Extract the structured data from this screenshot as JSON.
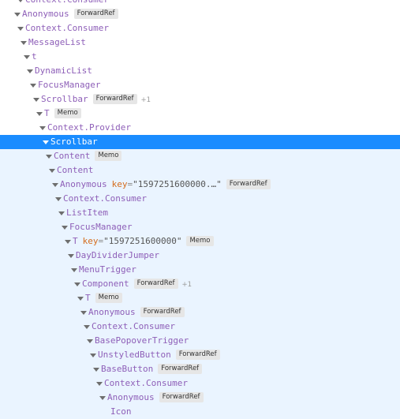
{
  "tree": [
    {
      "name": "Context.Consumer",
      "indent": 3,
      "badges": [],
      "plus": "",
      "prop": null,
      "state": "normal"
    },
    {
      "name": "Anonymous",
      "indent": 2,
      "badges": [
        "ForwardRef"
      ],
      "plus": "",
      "prop": null,
      "state": "normal"
    },
    {
      "name": "Context.Consumer",
      "indent": 3,
      "badges": [],
      "plus": "",
      "prop": null,
      "state": "normal"
    },
    {
      "name": "MessageList",
      "indent": 4,
      "badges": [],
      "plus": "",
      "prop": null,
      "state": "normal"
    },
    {
      "name": "t",
      "indent": 5,
      "badges": [],
      "plus": "",
      "prop": null,
      "state": "normal"
    },
    {
      "name": "DynamicList",
      "indent": 6,
      "badges": [],
      "plus": "",
      "prop": null,
      "state": "normal"
    },
    {
      "name": "FocusManager",
      "indent": 7,
      "badges": [],
      "plus": "",
      "prop": null,
      "state": "normal"
    },
    {
      "name": "Scrollbar",
      "indent": 8,
      "badges": [
        "ForwardRef"
      ],
      "plus": "+1",
      "prop": null,
      "state": "normal"
    },
    {
      "name": "T",
      "indent": 9,
      "badges": [
        "Memo"
      ],
      "plus": "",
      "prop": null,
      "state": "normal"
    },
    {
      "name": "Context.Provider",
      "indent": 10,
      "badges": [],
      "plus": "",
      "prop": null,
      "state": "normal"
    },
    {
      "name": "Scrollbar",
      "indent": 11,
      "badges": [],
      "plus": "",
      "prop": null,
      "state": "selected"
    },
    {
      "name": "Content",
      "indent": 12,
      "badges": [
        "Memo"
      ],
      "plus": "",
      "prop": null,
      "state": "sub"
    },
    {
      "name": "Content",
      "indent": 13,
      "badges": [],
      "plus": "",
      "prop": null,
      "state": "sub"
    },
    {
      "name": "Anonymous",
      "indent": 14,
      "badges": [
        "ForwardRef"
      ],
      "plus": "",
      "prop": {
        "key": "key",
        "value": "\"1597251600000.…\""
      },
      "state": "sub"
    },
    {
      "name": "Context.Consumer",
      "indent": 15,
      "badges": [],
      "plus": "",
      "prop": null,
      "state": "sub"
    },
    {
      "name": "ListItem",
      "indent": 16,
      "badges": [],
      "plus": "",
      "prop": null,
      "state": "sub"
    },
    {
      "name": "FocusManager",
      "indent": 17,
      "badges": [],
      "plus": "",
      "prop": null,
      "state": "sub"
    },
    {
      "name": "T",
      "indent": 18,
      "badges": [
        "Memo"
      ],
      "plus": "",
      "prop": {
        "key": "key",
        "value": "\"1597251600000\""
      },
      "state": "sub"
    },
    {
      "name": "DayDividerJumper",
      "indent": 19,
      "badges": [],
      "plus": "",
      "prop": null,
      "state": "sub"
    },
    {
      "name": "MenuTrigger",
      "indent": 20,
      "badges": [],
      "plus": "",
      "prop": null,
      "state": "sub"
    },
    {
      "name": "Component",
      "indent": 21,
      "badges": [
        "ForwardRef"
      ],
      "plus": "+1",
      "prop": null,
      "state": "sub"
    },
    {
      "name": "T",
      "indent": 22,
      "badges": [
        "Memo"
      ],
      "plus": "",
      "prop": null,
      "state": "sub"
    },
    {
      "name": "Anonymous",
      "indent": 23,
      "badges": [
        "ForwardRef"
      ],
      "plus": "",
      "prop": null,
      "state": "sub"
    },
    {
      "name": "Context.Consumer",
      "indent": 24,
      "badges": [],
      "plus": "",
      "prop": null,
      "state": "sub"
    },
    {
      "name": "BasePopoverTrigger",
      "indent": 25,
      "badges": [],
      "plus": "",
      "prop": null,
      "state": "sub"
    },
    {
      "name": "UnstyledButton",
      "indent": 26,
      "badges": [
        "ForwardRef"
      ],
      "plus": "",
      "prop": null,
      "state": "sub"
    },
    {
      "name": "BaseButton",
      "indent": 27,
      "badges": [
        "ForwardRef"
      ],
      "plus": "",
      "prop": null,
      "state": "sub"
    },
    {
      "name": "Context.Consumer",
      "indent": 28,
      "badges": [],
      "plus": "",
      "prop": null,
      "state": "sub"
    },
    {
      "name": "Anonymous",
      "indent": 29,
      "badges": [
        "ForwardRef"
      ],
      "plus": "",
      "prop": null,
      "state": "sub"
    },
    {
      "name": "Icon",
      "indent": 30,
      "badges": [],
      "plus": "",
      "prop": null,
      "state": "sub",
      "leaf": true
    }
  ]
}
